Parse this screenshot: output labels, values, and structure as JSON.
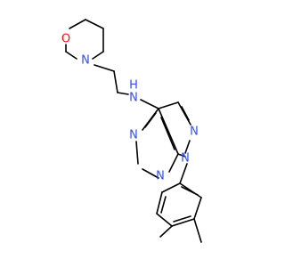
{
  "molecule": {
    "atoms": {
      "o1": "O",
      "n_morph": "N",
      "n_amine": "N",
      "h_amine": "H",
      "n_pz2": "N",
      "n_pz1": "N",
      "n_pm3": "N",
      "n_pm1": "N"
    }
  },
  "colors": {
    "carbon": "#000000",
    "nitrogen": "#3050F8",
    "oxygen": "#FF0D0D"
  }
}
